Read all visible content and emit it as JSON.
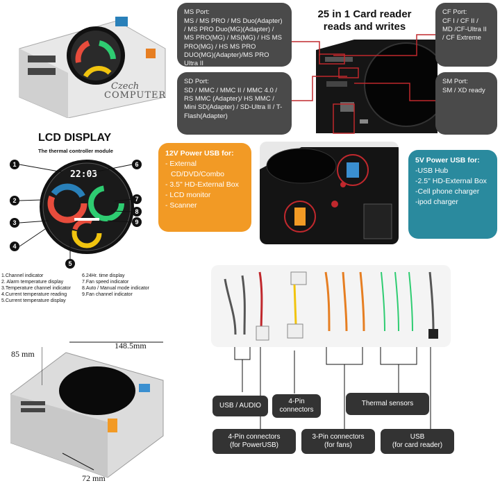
{
  "card_reader": {
    "title_line1": "25 in 1 Card reader",
    "title_line2": "reads and writes"
  },
  "ms_port": {
    "title": "MS Port:",
    "text": "MS / MS PRO / MS Duo(Adapter) / MS PRO Duo(MG)(Adapter) / MS PRO(MG) / MS(MG) / HS MS PRO(MG) / HS MS PRO DUO(MG)(Adapter)/MS PRO Ultra II"
  },
  "sd_port": {
    "title": "SD Port:",
    "text": "SD / MMC / MMC II / MMC 4.0 / RS MMC (Adapter)/ HS MMC / Mini SD(Adapter) / SD-Ultra II / T-Flash(Adapter)"
  },
  "cf_port": {
    "title": "CF Port:",
    "text": "CF I / CF II / MD /CF-Ultra II / CF Extreme"
  },
  "sm_port": {
    "title": "SM Port:",
    "text": "SM / XD ready"
  },
  "watermark": {
    "line1": "Czech",
    "line2": "COMPUTER"
  },
  "lcd": {
    "heading": "LCD DISPLAY",
    "subheading": "The thermal controller module",
    "clock": "22:03",
    "markers": [
      "1",
      "2",
      "3",
      "4",
      "5",
      "6",
      "7",
      "8",
      "9"
    ],
    "legend": [
      "1.Channel indicator",
      "2. Alarm temperature display",
      "3.Temperature channel indicator",
      "4.Current temperature reading",
      "5.Current temperature display",
      "6.24Hr. time display",
      "7.Fan speed indicator",
      "8.Auto / Manual mode indicator",
      "9.Fan channel indicator"
    ]
  },
  "usb12": {
    "title": "12V Power USB for:",
    "items": [
      "- External",
      "  CD/DVD/Combo",
      "- 3.5\" HD-External Box",
      "- LCD monitor",
      "- Scanner"
    ]
  },
  "usb5": {
    "title": "5V Power USB for:",
    "items": [
      "-USB Hub",
      "-2.5\" HD-External Box",
      "-Cell phone charger",
      "-ipod charger"
    ]
  },
  "dimensions": {
    "width": "148.5mm",
    "height": "85 mm",
    "depth": "72 mm"
  },
  "connectors": {
    "usb_audio": "USB / AUDIO",
    "four_pin": "4-Pin\nconnectors",
    "thermal": "Thermal sensors",
    "four_pin_power": "4-Pin connectors\n(for PowerUSB)",
    "three_pin": "3-Pin connectors\n(for fans)",
    "usb_reader": "USB\n(for card reader)"
  },
  "colors": {
    "dark_box": "#4a4a4a",
    "orange": "#f29a25",
    "teal": "#2a8a9e",
    "red_line": "#c0282d"
  }
}
